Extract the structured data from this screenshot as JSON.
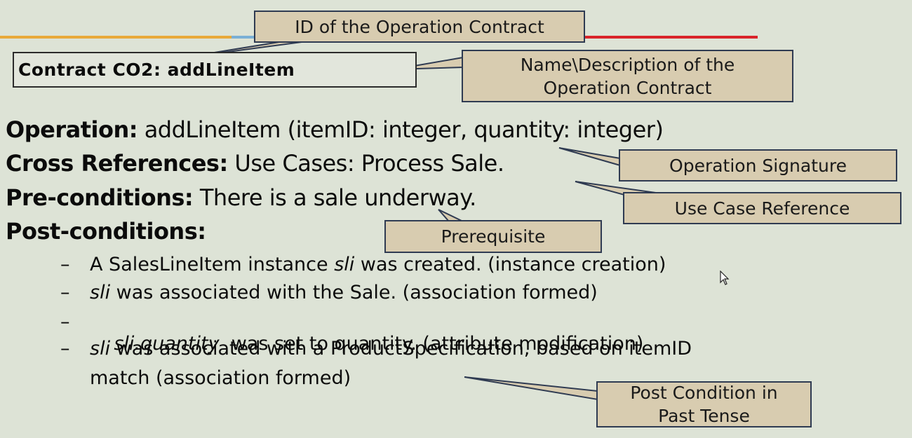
{
  "contract": {
    "prefix": "Contract CO2: ",
    "name": "addLineItem"
  },
  "callouts": {
    "id": "ID of the Operation Contract",
    "name_line1": "Name\\Description of the",
    "name_line2": "Operation Contract",
    "signature": "Operation Signature",
    "usecase": "Use Case Reference",
    "prereq": "Prerequisite",
    "post_line1": "Post Condition in",
    "post_line2": "Past Tense"
  },
  "body": {
    "operation_label": "Operation:",
    "operation_value": "addLineItem (itemID: integer, quantity: integer)",
    "crossref_label": "Cross References:",
    "crossref_value": "Use Cases: Process Sale.",
    "pre_label": "Pre-conditions:",
    "pre_value": "There is a sale underway.",
    "post_label": "Post-conditions:"
  },
  "postconditions": [
    {
      "dash": "–",
      "pre": "A SalesLineItem instance ",
      "em": "sli",
      "post": " was created. (instance creation)"
    },
    {
      "dash": "–",
      "pre": "",
      "em": "sli",
      "post": " was associated with the Sale. (association formed)"
    },
    {
      "dash": "–",
      "pre": "",
      "em": "sli.quantity",
      "post": "  was set to quantity. (attribute modification)"
    },
    {
      "dash": "–",
      "pre": "",
      "em": "sli",
      "post": " was associated with a ProductSpecification, based on itemID"
    },
    {
      "dash": "",
      "pre": "match (association formed)",
      "em": "",
      "post": ""
    }
  ],
  "colors": {
    "background": "#dde3d6",
    "callout_fill": "#d8ccb0",
    "callout_border": "#2f3b52",
    "bar_orange": "#e8a93a",
    "bar_blue": "#7ab0d6",
    "bar_red": "#d9242a"
  },
  "icons": {
    "cursor": "mouse-pointer-icon"
  }
}
